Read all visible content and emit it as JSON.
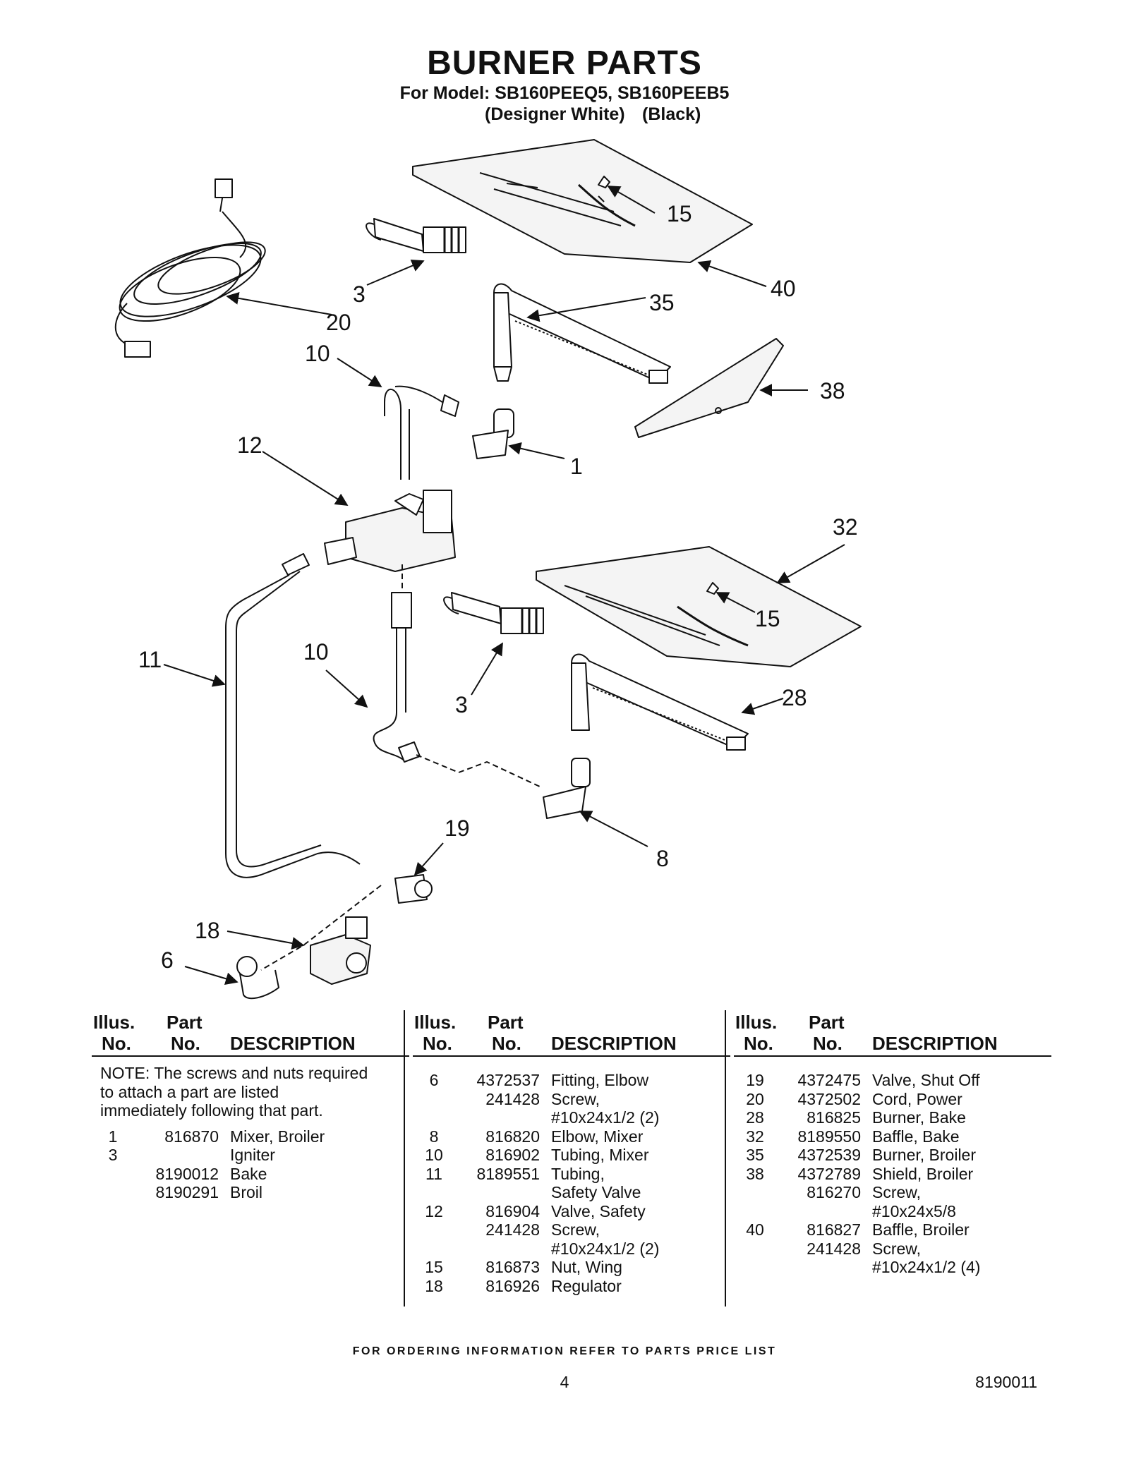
{
  "header": {
    "title": "BURNER PARTS",
    "model_line": "For Model: SB160PEEQ5, SB160PEEB5",
    "variant_white": "(Designer White)",
    "variant_black": "(Black)"
  },
  "callouts": [
    {
      "id": "c15a",
      "label": "15"
    },
    {
      "id": "c40",
      "label": "40"
    },
    {
      "id": "c3a",
      "label": "3"
    },
    {
      "id": "c20",
      "label": "20"
    },
    {
      "id": "c35",
      "label": "35"
    },
    {
      "id": "c10a",
      "label": "10"
    },
    {
      "id": "c38",
      "label": "38"
    },
    {
      "id": "c12",
      "label": "12"
    },
    {
      "id": "c1",
      "label": "1"
    },
    {
      "id": "c32",
      "label": "32"
    },
    {
      "id": "c15b",
      "label": "15"
    },
    {
      "id": "c11",
      "label": "11"
    },
    {
      "id": "c10b",
      "label": "10"
    },
    {
      "id": "c3b",
      "label": "3"
    },
    {
      "id": "c28",
      "label": "28"
    },
    {
      "id": "c19",
      "label": "19"
    },
    {
      "id": "c8",
      "label": "8"
    },
    {
      "id": "c18",
      "label": "18"
    },
    {
      "id": "c6",
      "label": "6"
    }
  ],
  "table": {
    "headers": {
      "illus_1": "Illus.",
      "illus_2": "No.",
      "part_1": "Part",
      "part_2": "No.",
      "description": "DESCRIPTION"
    },
    "note": "NOTE: The screws and nuts required to attach a part are listed immediately following that part.",
    "columns": [
      [
        {
          "no": "1",
          "part": "816870",
          "desc": "Mixer, Broiler"
        },
        {
          "no": "3",
          "part": "",
          "desc": "Igniter"
        },
        {
          "no": "",
          "part": "8190012",
          "desc": "Bake"
        },
        {
          "no": "",
          "part": "8190291",
          "desc": "Broil"
        }
      ],
      [
        {
          "no": "6",
          "part": "4372537",
          "desc": "Fitting, Elbow"
        },
        {
          "no": "",
          "part": "241428",
          "desc": "Screw,"
        },
        {
          "no": "",
          "part": "",
          "desc": "#10x24x1/2 (2)"
        },
        {
          "no": "8",
          "part": "816820",
          "desc": "Elbow, Mixer"
        },
        {
          "no": "10",
          "part": "816902",
          "desc": "Tubing, Mixer"
        },
        {
          "no": "11",
          "part": "8189551",
          "desc": "Tubing,"
        },
        {
          "no": "",
          "part": "",
          "desc": "Safety Valve"
        },
        {
          "no": "12",
          "part": "816904",
          "desc": "Valve, Safety"
        },
        {
          "no": "",
          "part": "241428",
          "desc": "Screw,"
        },
        {
          "no": "",
          "part": "",
          "desc": "#10x24x1/2 (2)"
        },
        {
          "no": "15",
          "part": "816873",
          "desc": "Nut, Wing"
        },
        {
          "no": "18",
          "part": "816926",
          "desc": "Regulator"
        }
      ],
      [
        {
          "no": "19",
          "part": "4372475",
          "desc": "Valve, Shut Off"
        },
        {
          "no": "20",
          "part": "4372502",
          "desc": "Cord, Power"
        },
        {
          "no": "28",
          "part": "816825",
          "desc": "Burner, Bake"
        },
        {
          "no": "32",
          "part": "8189550",
          "desc": "Baffle, Bake"
        },
        {
          "no": "35",
          "part": "4372539",
          "desc": "Burner, Broiler"
        },
        {
          "no": "38",
          "part": "4372789",
          "desc": "Shield, Broiler"
        },
        {
          "no": "",
          "part": "816270",
          "desc": "Screw,"
        },
        {
          "no": "",
          "part": "",
          "desc": "#10x24x5/8"
        },
        {
          "no": "40",
          "part": "816827",
          "desc": "Baffle, Broiler"
        },
        {
          "no": "",
          "part": "241428",
          "desc": "Screw,"
        },
        {
          "no": "",
          "part": "",
          "desc": "#10x24x1/2 (4)"
        }
      ]
    ]
  },
  "footer": {
    "ordering": "FOR ORDERING INFORMATION REFER TO PARTS PRICE LIST",
    "page_number": "4",
    "doc_number": "8190011"
  }
}
